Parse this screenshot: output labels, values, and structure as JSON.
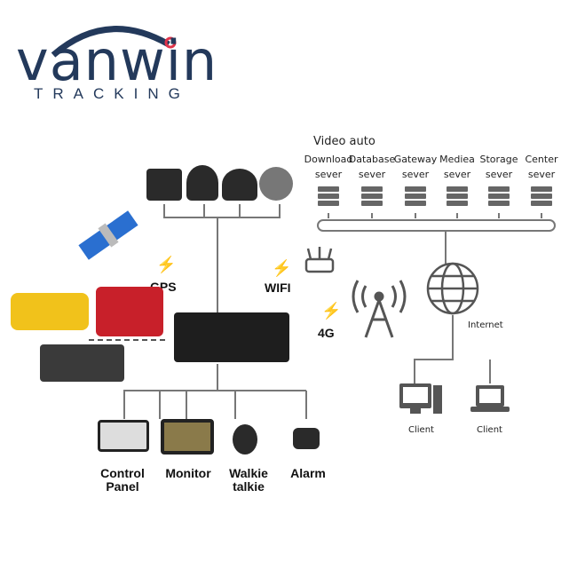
{
  "logo": {
    "brand": "vanwin",
    "tagline": "TRACKING"
  },
  "servers": {
    "title": "Video auto",
    "items": [
      {
        "name": "Download",
        "sub": "sever"
      },
      {
        "name": "Database",
        "sub": "sever"
      },
      {
        "name": "Gateway",
        "sub": "sever"
      },
      {
        "name": "Mediea",
        "sub": "sever"
      },
      {
        "name": "Storage",
        "sub": "sever"
      },
      {
        "name": "Center",
        "sub": "sever"
      }
    ]
  },
  "network": {
    "internet": "Internet",
    "clients": [
      "Client",
      "Client"
    ]
  },
  "links": {
    "gps": "GPS",
    "wifi": "WIFI",
    "g4": "4G"
  },
  "peripherals": [
    {
      "line1": "Control",
      "line2": "Panel"
    },
    {
      "line1": "Monitor",
      "line2": ""
    },
    {
      "line1": "Walkie",
      "line2": "talkie"
    },
    {
      "line1": "Alarm",
      "line2": ""
    }
  ],
  "colors": {
    "brand": "#23395b",
    "pin": "#e0344a",
    "eye": "#2a8ad6",
    "bolt": "#f2d600"
  }
}
